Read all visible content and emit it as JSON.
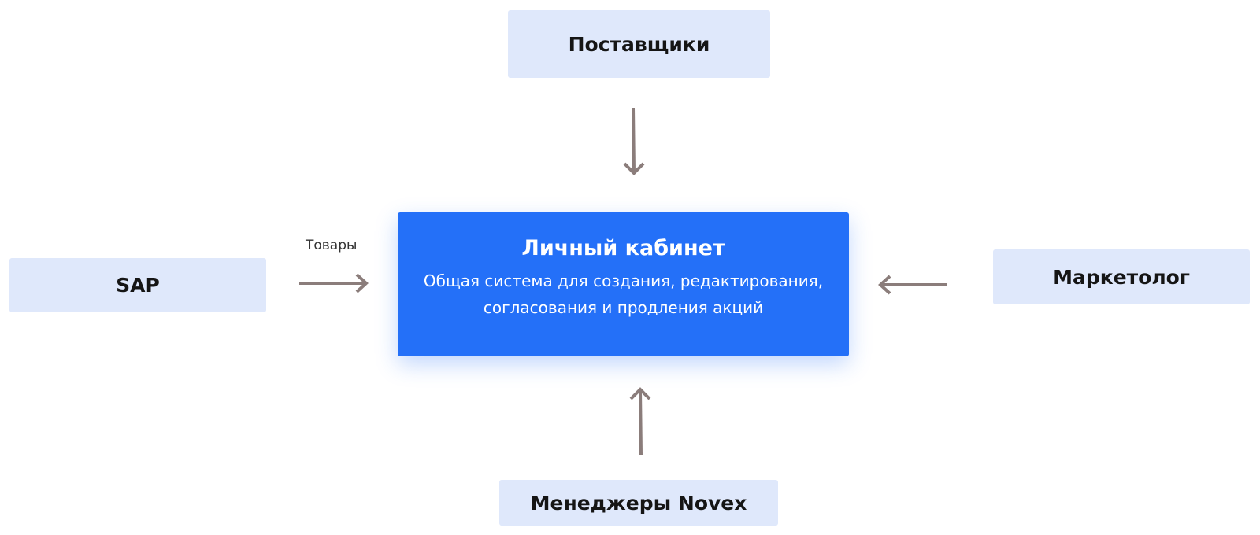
{
  "nodes": {
    "suppliers": "Поставщики",
    "sap": "SAP",
    "marketer": "Маркетолог",
    "managers": "Менеджеры Novex",
    "center": {
      "title": "Личный кабинет",
      "description": "Общая система для создания, редактирования, согласования и продления акций"
    }
  },
  "edges": {
    "sap_to_center_label": "Товары"
  },
  "colors": {
    "node_fill": "#dfe8fb",
    "center_fill": "#2470f8",
    "arrow": "#8b7d7b"
  }
}
